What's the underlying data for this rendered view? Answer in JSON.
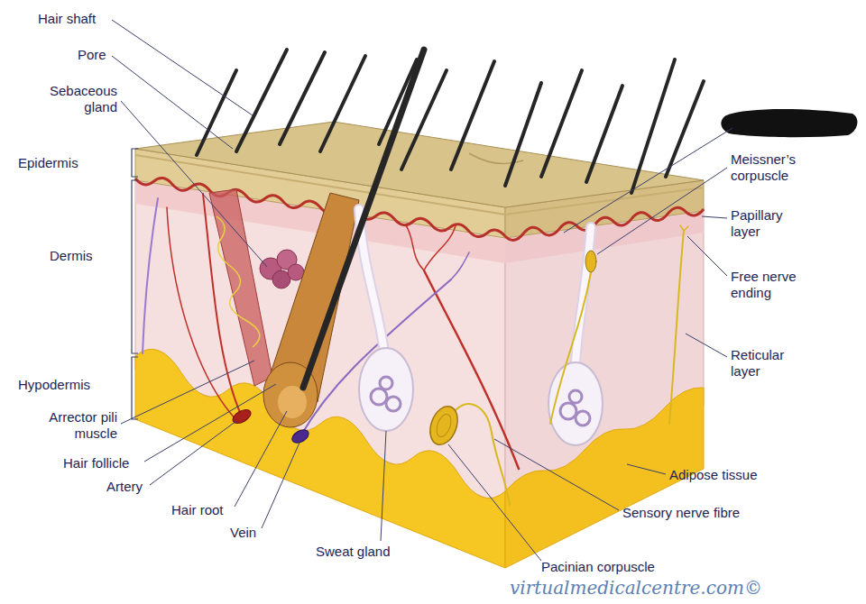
{
  "diagram": {
    "labels": [
      "Hair shaft",
      "Pore",
      "Sebaceous gland",
      "Epidermis",
      "Dermis",
      "Hypodermis",
      "Arrector pili muscle",
      "Hair follicle",
      "Artery",
      "Hair root",
      "Vein",
      "Sweat gland",
      "Meissner’s corpuscle",
      "Papillary layer",
      "Free nerve ending",
      "Reticular layer",
      "Adipose tissue",
      "Sensory nerve fibre",
      "Pacinian corpuscle",
      "virtualmedicalcentre.com©"
    ]
  }
}
